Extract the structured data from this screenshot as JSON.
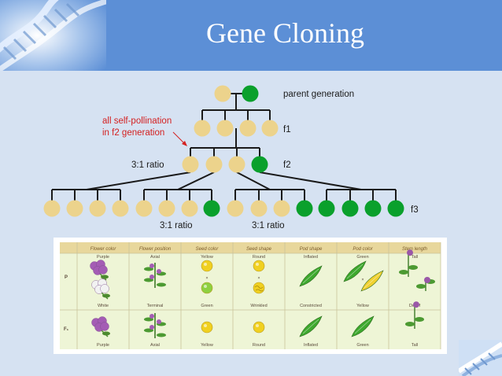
{
  "title": "Gene Cloning",
  "pedigree": {
    "generation_labels": [
      "parent generation",
      "f1",
      "f2",
      "f3"
    ],
    "ratio_labels": [
      "3:1 ratio",
      "3:1 ratio",
      "3:1 ratio"
    ],
    "annotation": [
      "all self-pollination",
      "in f2 generation"
    ],
    "colors": {
      "yellow": "#ecd38c",
      "green": "#0aa02c",
      "line": "#1a1a1a",
      "note": "#d42020"
    },
    "parent": [
      "yellow",
      "green"
    ],
    "f1": [
      "yellow",
      "yellow",
      "yellow",
      "yellow"
    ],
    "f2": [
      "yellow",
      "yellow",
      "yellow",
      "green"
    ],
    "f3": [
      [
        "yellow",
        "yellow",
        "yellow",
        "yellow"
      ],
      [
        "yellow",
        "yellow",
        "yellow",
        "green"
      ],
      [
        "yellow",
        "yellow",
        "yellow",
        "green"
      ],
      [
        "green",
        "green",
        "green",
        "green"
      ]
    ]
  },
  "trait_table": {
    "headers": [
      "Flower color",
      "Flower position",
      "Seed color",
      "Seed shape",
      "Pod shape",
      "Pod color",
      "Stem length"
    ],
    "row_labels": [
      "P",
      "F₁"
    ],
    "p_dominant": [
      "Purple",
      "Axial",
      "Yellow",
      "Round",
      "Inflated",
      "Green",
      "Tall"
    ],
    "p_recessive": [
      "White",
      "Terminal",
      "Green",
      "Wrinkled",
      "Constricted",
      "Yellow",
      "Dwarf"
    ],
    "f1": [
      "Purple",
      "Axial",
      "Yellow",
      "Round",
      "Inflated",
      "Green",
      "Tall"
    ],
    "cross_symbol": "×"
  }
}
